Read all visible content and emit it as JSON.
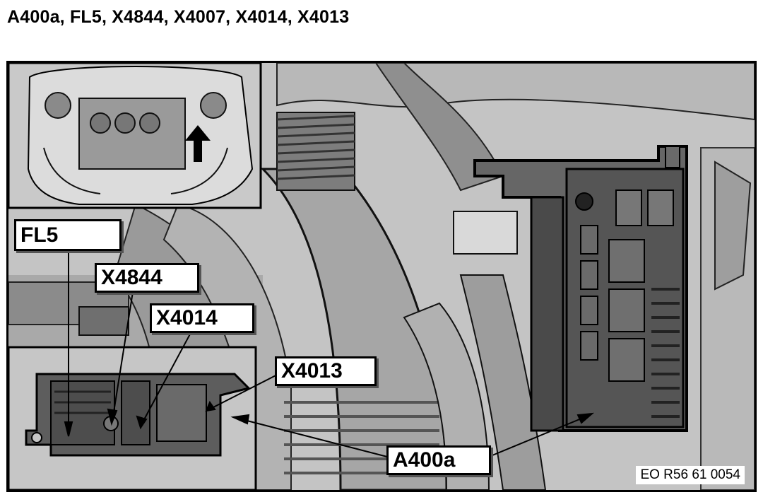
{
  "title": "A400a, FL5, X4844, X4007, X4014, X4013",
  "labels": {
    "fl5": "FL5",
    "x4844": "X4844",
    "x4014": "X4014",
    "x4013": "X4013",
    "a400a": "A400a"
  },
  "figure_code": "EO R56 61 0054"
}
